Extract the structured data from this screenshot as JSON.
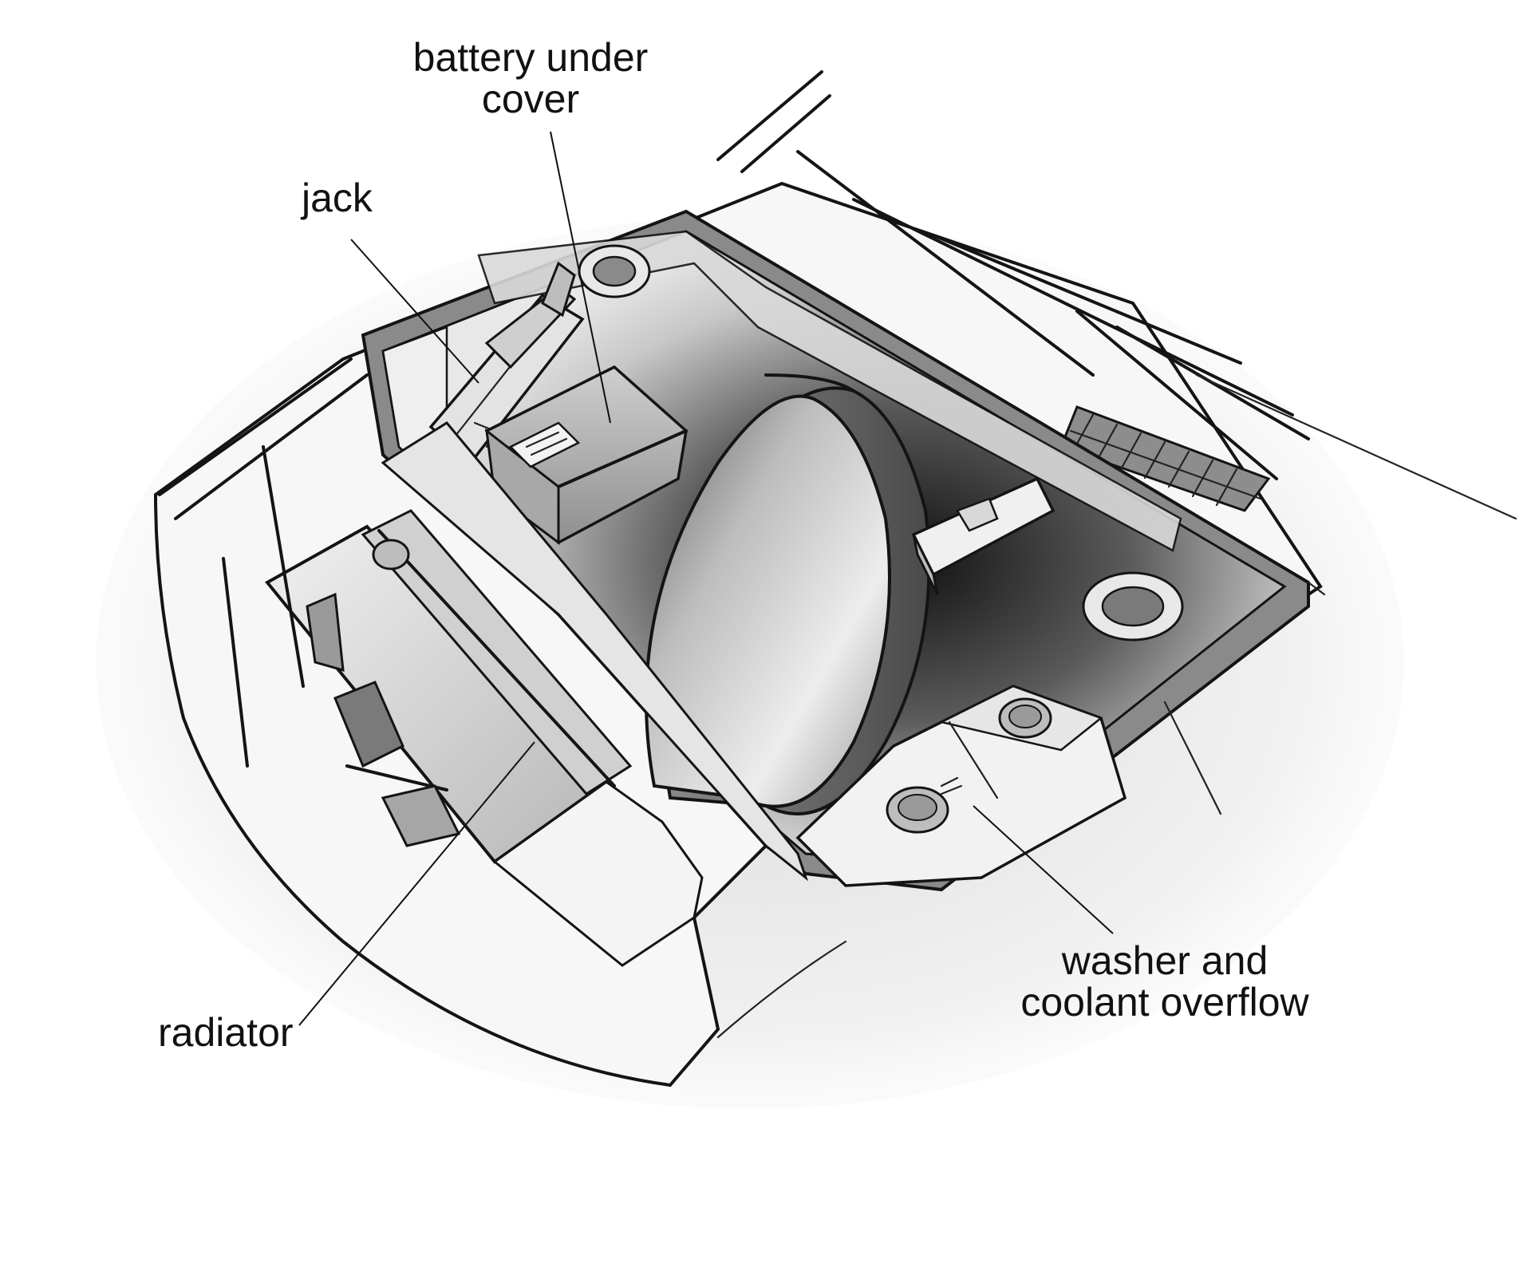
{
  "callouts": {
    "battery": "battery under cover",
    "jack": "jack",
    "radiator": "radiator",
    "washer": "washer and coolant overflow"
  },
  "colors": {
    "background": "#ffffff",
    "ink": "#141414",
    "body_panel": "#f7f7f7",
    "trunk_shadow": "#2a2a2a",
    "spare_tire_light": "#dcdcdc",
    "spare_tire_dark": "#6e6e6e"
  }
}
